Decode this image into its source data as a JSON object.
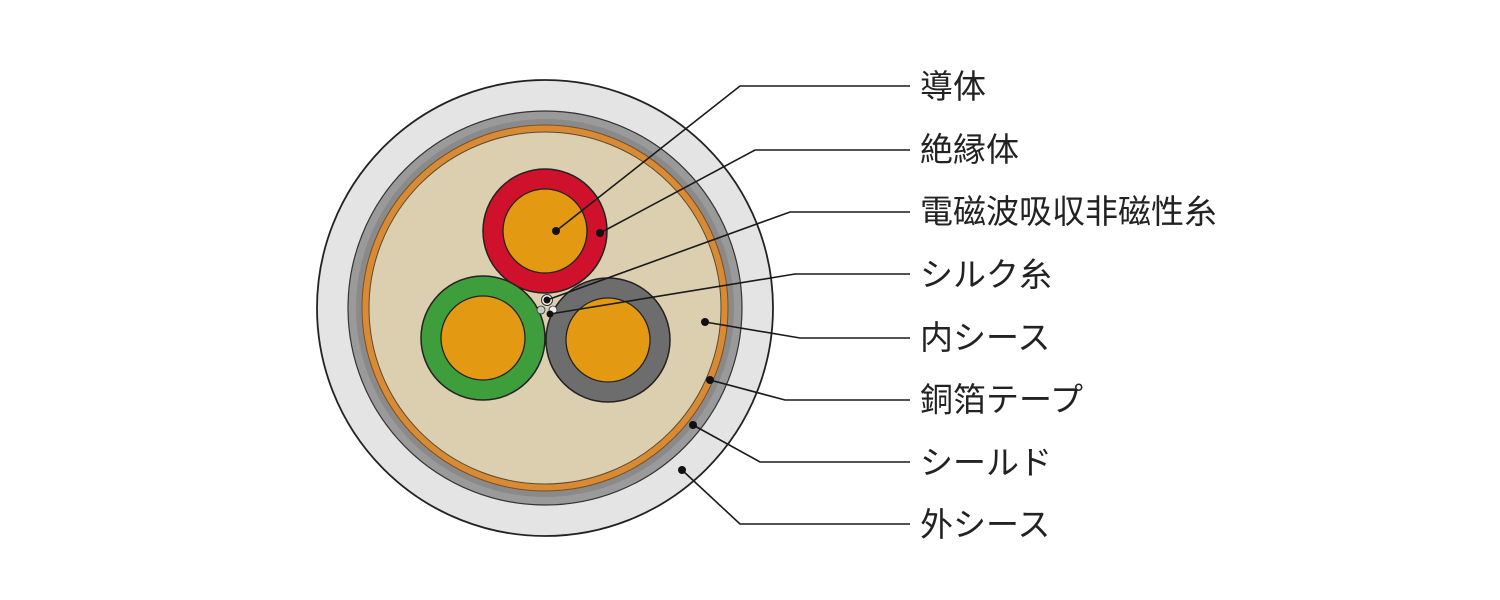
{
  "labels": {
    "conductor": "導体",
    "insulation": "絶縁体",
    "emi_yarn": "電磁波吸収非磁性糸",
    "silk_yarn": "シルク糸",
    "inner_sheath": "内シース",
    "copper_tape": "銅箔テープ",
    "shield": "シールド",
    "outer_sheath": "外シース"
  },
  "colors": {
    "outer_sheath": "#e4e4e4",
    "shield": "#9a9a9a",
    "copper_tape": "#d98a35",
    "inner_sheath": "#dccfb0",
    "conductor": "#e39a12",
    "insulation_red": "#d0112b",
    "insulation_green": "#3f9e3c",
    "insulation_gray": "#6d6d6d",
    "outline": "#222222"
  }
}
